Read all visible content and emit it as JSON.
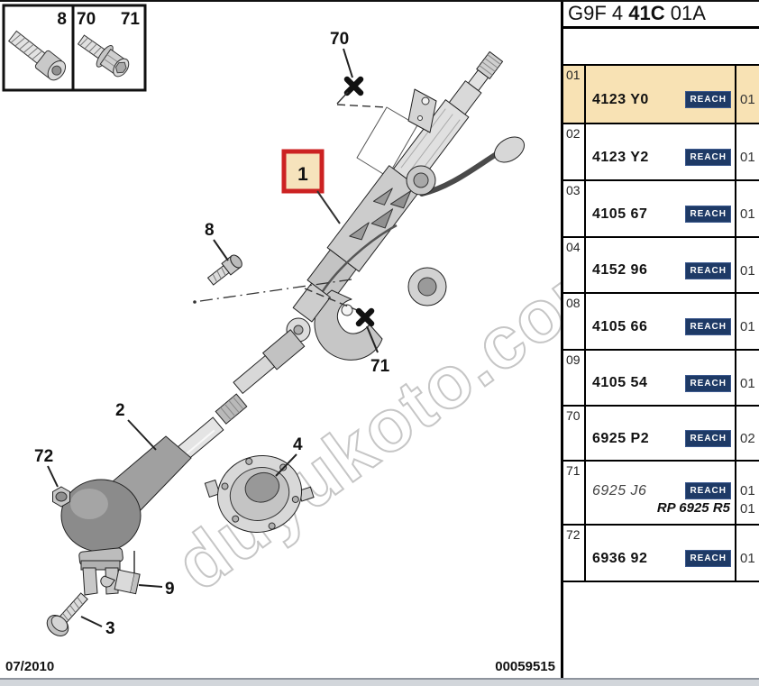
{
  "colors": {
    "highlight_row": "#F8E2B4",
    "reach_badge_bg": "#1E3A66",
    "callout_box_border": "#CC2222",
    "callout_box_bg": "#F6E3BC",
    "watermark_grey": "#C6C6C6"
  },
  "header": {
    "code_prefix": "G9F 4 ",
    "code_bold": "41C",
    "code_suffix": " 01A"
  },
  "parts_table": {
    "reach_label": "REACH",
    "rows": [
      {
        "ref": "01",
        "part": "4123 Y0",
        "qty": "01"
      },
      {
        "ref": "02",
        "part": "4123 Y2",
        "qty": "01"
      },
      {
        "ref": "03",
        "part": "4105 67",
        "qty": "01"
      },
      {
        "ref": "04",
        "part": "4152 96",
        "qty": "01"
      },
      {
        "ref": "08",
        "part": "4105 66",
        "qty": "01"
      },
      {
        "ref": "09",
        "part": "4105 54",
        "qty": "01"
      },
      {
        "ref": "70",
        "part": "6925 P2",
        "qty": "02"
      },
      {
        "ref": "71",
        "part": "6925 J6",
        "qty": "01",
        "replacement_part": "RP 6925 R5",
        "replacement_qty": "01"
      },
      {
        "ref": "72",
        "part": "6936 92",
        "qty": "01"
      }
    ]
  },
  "inset": {
    "screw_8_label": "8",
    "bolt_70_label": "70",
    "bolt_71_label": "71"
  },
  "diagram": {
    "callouts": {
      "n70": "70",
      "n1": "1",
      "n8": "8",
      "n71": "71",
      "n2": "2",
      "n72": "72",
      "n4": "4",
      "n9": "9",
      "n3": "3"
    }
  },
  "watermark_text": "duyukoto.com",
  "footer": {
    "date": "07/2010",
    "drawing_number": "00059515"
  }
}
